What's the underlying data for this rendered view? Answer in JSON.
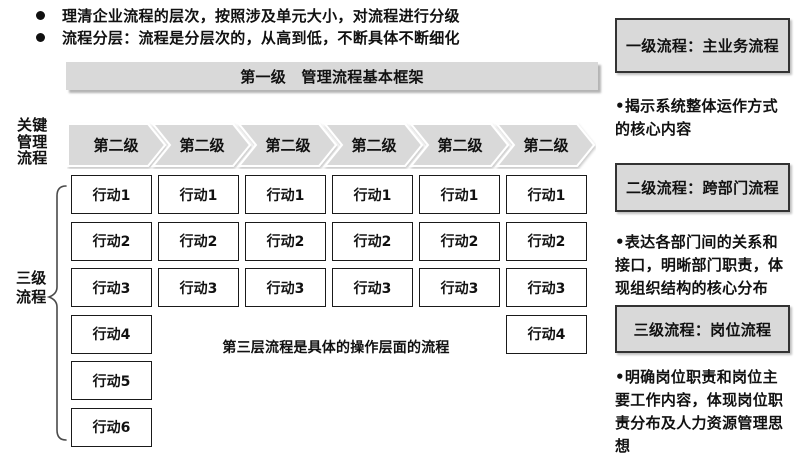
{
  "bullets": [
    "理清企业流程的层次，按照涉及单元大小，对流程进行分级",
    "流程分层：流程是分层次的，从高到低，不断具体不断细化"
  ],
  "level1_bar": "第一级　管理流程基本框架",
  "left_labels": {
    "key_process": "关键\n管理\n流程",
    "level3": "三级\n流程"
  },
  "level2_arrows": [
    "第二级",
    "第二级",
    "第二级",
    "第二级",
    "第二级",
    "第二级"
  ],
  "grid": {
    "columns": [
      {
        "boxes": [
          "行动1",
          "行动2",
          "行动3",
          "行动4",
          "行动5",
          "行动6"
        ]
      },
      {
        "boxes": [
          "行动1",
          "行动2",
          "行动3"
        ]
      },
      {
        "boxes": [
          "行动1",
          "行动2",
          "行动3"
        ]
      },
      {
        "boxes": [
          "行动1",
          "行动2",
          "行动3"
        ]
      },
      {
        "boxes": [
          "行动1",
          "行动2",
          "行动3"
        ]
      },
      {
        "boxes": [
          "行动1",
          "行动2",
          "行动3",
          "行动4"
        ]
      }
    ],
    "note": "第三层流程是具体的操作层面的流程"
  },
  "sidebar": {
    "sections": [
      {
        "title": "一级流程：主业务流程",
        "desc": "•揭示系统整体运作方式的核心内容"
      },
      {
        "title": "二级流程：跨部门流程",
        "desc": "•表达各部门间的关系和接口，明晰部门职责，体现组织结构的核心分布"
      },
      {
        "title": "三级流程：岗位流程",
        "desc": "•明确岗位职责和岗位主要工作内容，体现岗位职责分布及人力资源管理思想"
      }
    ]
  },
  "colors": {
    "panel_gray": "#d9d9d9",
    "sidebar_border": "#333333",
    "box_border": "#1a1a1a",
    "text": "#111111"
  }
}
